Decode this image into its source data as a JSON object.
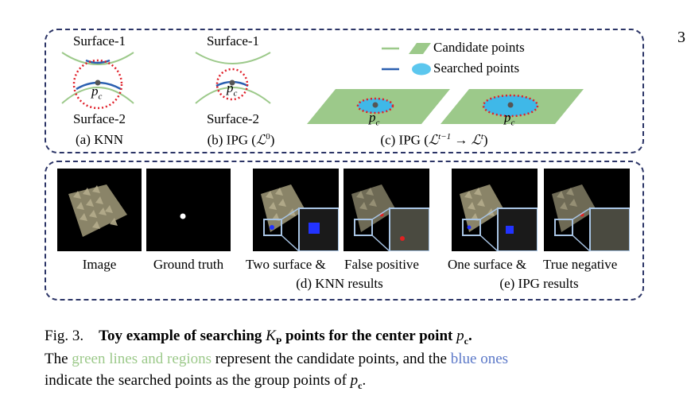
{
  "page_number": "3",
  "top_panel": {
    "surface_1": "Surface-1",
    "surface_2": "Surface-2",
    "pc": "p",
    "pc_sub": "c",
    "label_a": "(a) KNN",
    "label_b_prefix": "(b) IPG (",
    "label_b_math": "ℒ",
    "label_b_sup": "0",
    "label_b_suffix": ")",
    "label_c_prefix": "(c) IPG (",
    "label_c_math": "ℒ",
    "label_c_sup1": "t−1",
    "label_c_arrow": " → ",
    "label_c_sup2": "t",
    "label_c_suffix": ")",
    "legend_candidate": "Candidate points",
    "legend_searched": "Searched points"
  },
  "bottom_panel": {
    "label_image": "Image",
    "label_gt": "Ground truth",
    "label_two_surface": "Two surface &",
    "label_false_positive": "False positive",
    "label_knn_results": "(d) KNN results",
    "label_one_surface": "One surface &",
    "label_true_negative": "True negative",
    "label_ipg_results": "(e) IPG results"
  },
  "caption": {
    "fig": "Fig. 3.",
    "bold_title_1": "Toy example of searching ",
    "bold_K": "K",
    "bold_K_sub": "P",
    "bold_title_2": " points for the center point ",
    "bold_pc": "p",
    "bold_pc_sub": "c",
    "bold_end": ".",
    "line2_the": "The ",
    "line2_green": "green lines and regions",
    "line2_mid": " represent the candidate points, and the ",
    "line2_blue": "blue ones",
    "line3_text": "indicate the searched points as the group points of ",
    "line3_pc": "p",
    "line3_pc_sub": "c",
    "line3_end": "."
  },
  "colors": {
    "candidate_green": "#9cc98a",
    "searched_blue": "#2a5fb0",
    "searched_fill": "#3fb8e8",
    "red_dotted": "#e0202a",
    "frame_dash": "#2b3466"
  }
}
